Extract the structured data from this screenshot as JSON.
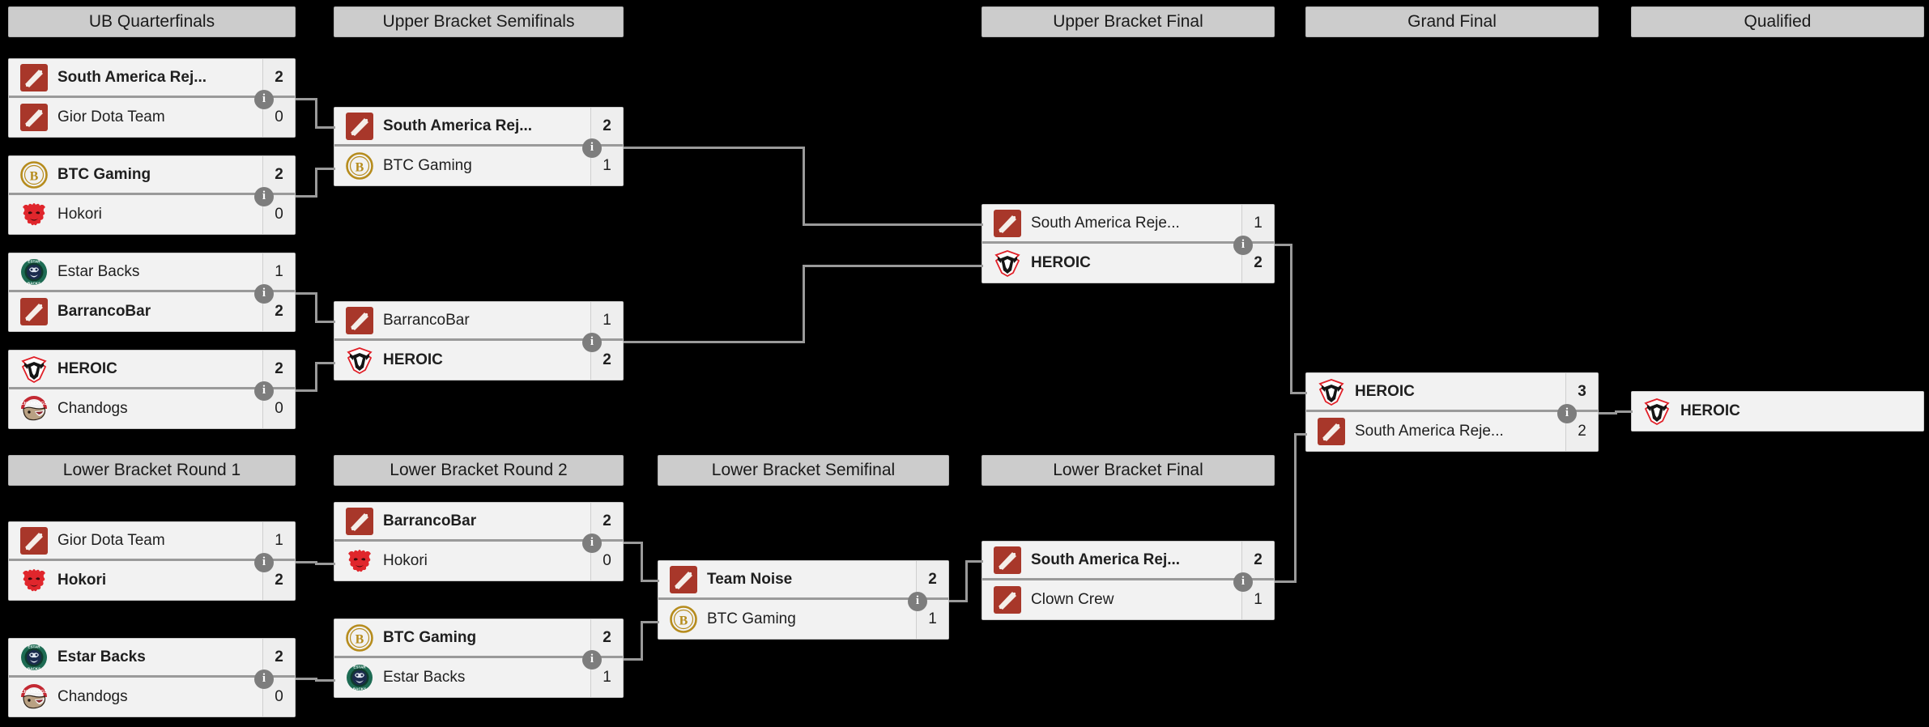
{
  "colors": {
    "page_bg": "#000000",
    "header_bg": "#cccccc",
    "match_bg": "#f2f2f2",
    "line": "#9a9a9a",
    "info_bubble": "#7d7d7d",
    "dota_red": "#a8372a",
    "btc_gold": "#b68c1d",
    "hokori_red": "#e0262c",
    "estar_green": "#1d6b53",
    "heroic_red": "#e02028",
    "chandogs_red": "#c32832"
  },
  "headers": [
    {
      "id": "ub-quarterfinals",
      "label": "UB Quarterfinals"
    },
    {
      "id": "upper-bracket-semifinals",
      "label": "Upper Bracket Semifinals"
    },
    {
      "id": "upper-bracket-final",
      "label": "Upper Bracket Final"
    },
    {
      "id": "grand-final",
      "label": "Grand Final"
    },
    {
      "id": "qualified",
      "label": "Qualified"
    },
    {
      "id": "lower-bracket-round-1",
      "label": "Lower Bracket Round 1"
    },
    {
      "id": "lower-bracket-round-2",
      "label": "Lower Bracket Round 2"
    },
    {
      "id": "lower-bracket-semifinal",
      "label": "Lower Bracket Semifinal"
    },
    {
      "id": "lower-bracket-final",
      "label": "Lower Bracket Final"
    }
  ],
  "info_label": "i",
  "matches": [
    {
      "id": "ubqf-1",
      "round": "UB Quarterfinals",
      "top": {
        "team": "South America Rej...",
        "logo": "dota-logo",
        "score": "2",
        "winner": true
      },
      "bottom": {
        "team": "Gior Dota Team",
        "logo": "dota-logo",
        "score": "0",
        "winner": false
      }
    },
    {
      "id": "ubqf-2",
      "round": "UB Quarterfinals",
      "top": {
        "team": "BTC Gaming",
        "logo": "btc-gaming-logo",
        "score": "2",
        "winner": true
      },
      "bottom": {
        "team": "Hokori",
        "logo": "hokori-logo",
        "score": "0",
        "winner": false
      }
    },
    {
      "id": "ubqf-3",
      "round": "UB Quarterfinals",
      "top": {
        "team": "Estar Backs",
        "logo": "estar-backs-logo",
        "score": "1",
        "winner": false
      },
      "bottom": {
        "team": "BarrancoBar",
        "logo": "dota-logo",
        "score": "2",
        "winner": true
      }
    },
    {
      "id": "ubqf-4",
      "round": "UB Quarterfinals",
      "top": {
        "team": "HEROIC",
        "logo": "heroic-logo",
        "score": "2",
        "winner": true
      },
      "bottom": {
        "team": "Chandogs",
        "logo": "chandogs-logo",
        "score": "0",
        "winner": false
      }
    },
    {
      "id": "ubsf-1",
      "round": "Upper Bracket Semifinals",
      "top": {
        "team": "South America Rej...",
        "logo": "dota-logo",
        "score": "2",
        "winner": true
      },
      "bottom": {
        "team": "BTC Gaming",
        "logo": "btc-gaming-logo",
        "score": "1",
        "winner": false
      }
    },
    {
      "id": "ubsf-2",
      "round": "Upper Bracket Semifinals",
      "top": {
        "team": "BarrancoBar",
        "logo": "dota-logo",
        "score": "1",
        "winner": false
      },
      "bottom": {
        "team": "HEROIC",
        "logo": "heroic-logo",
        "score": "2",
        "winner": true
      }
    },
    {
      "id": "ubf-1",
      "round": "Upper Bracket Final",
      "top": {
        "team": "South America Reje...",
        "logo": "dota-logo",
        "score": "1",
        "winner": false
      },
      "bottom": {
        "team": "HEROIC",
        "logo": "heroic-logo",
        "score": "2",
        "winner": true
      }
    },
    {
      "id": "gf-1",
      "round": "Grand Final",
      "top": {
        "team": "HEROIC",
        "logo": "heroic-logo",
        "score": "3",
        "winner": true
      },
      "bottom": {
        "team": "South America Reje...",
        "logo": "dota-logo",
        "score": "2",
        "winner": false
      }
    },
    {
      "id": "qualified-1",
      "round": "Qualified",
      "single": {
        "team": "HEROIC",
        "logo": "heroic-logo",
        "winner": true
      }
    },
    {
      "id": "lbr1-1",
      "round": "Lower Bracket Round 1",
      "top": {
        "team": "Gior Dota Team",
        "logo": "dota-logo",
        "score": "1",
        "winner": false
      },
      "bottom": {
        "team": "Hokori",
        "logo": "hokori-logo",
        "score": "2",
        "winner": true
      }
    },
    {
      "id": "lbr1-2",
      "round": "Lower Bracket Round 1",
      "top": {
        "team": "Estar Backs",
        "logo": "estar-backs-logo",
        "score": "2",
        "winner": true
      },
      "bottom": {
        "team": "Chandogs",
        "logo": "chandogs-logo",
        "score": "0",
        "winner": false
      }
    },
    {
      "id": "lbr2-1",
      "round": "Lower Bracket Round 2",
      "top": {
        "team": "BarrancoBar",
        "logo": "dota-logo",
        "score": "2",
        "winner": true
      },
      "bottom": {
        "team": "Hokori",
        "logo": "hokori-logo",
        "score": "0",
        "winner": false
      }
    },
    {
      "id": "lbr2-2",
      "round": "Lower Bracket Round 2",
      "top": {
        "team": "BTC Gaming",
        "logo": "btc-gaming-logo",
        "score": "2",
        "winner": true
      },
      "bottom": {
        "team": "Estar Backs",
        "logo": "estar-backs-logo",
        "score": "1",
        "winner": false
      }
    },
    {
      "id": "lbsf-1",
      "round": "Lower Bracket Semifinal",
      "top": {
        "team": "Team Noise",
        "logo": "dota-logo",
        "score": "2",
        "winner": true
      },
      "bottom": {
        "team": "BTC Gaming",
        "logo": "btc-gaming-logo",
        "score": "1",
        "winner": false
      }
    },
    {
      "id": "lbf-1",
      "round": "Lower Bracket Final",
      "top": {
        "team": "South America Rej...",
        "logo": "dota-logo",
        "score": "2",
        "winner": true
      },
      "bottom": {
        "team": "Clown Crew",
        "logo": "dota-logo",
        "score": "1",
        "winner": false
      }
    }
  ]
}
